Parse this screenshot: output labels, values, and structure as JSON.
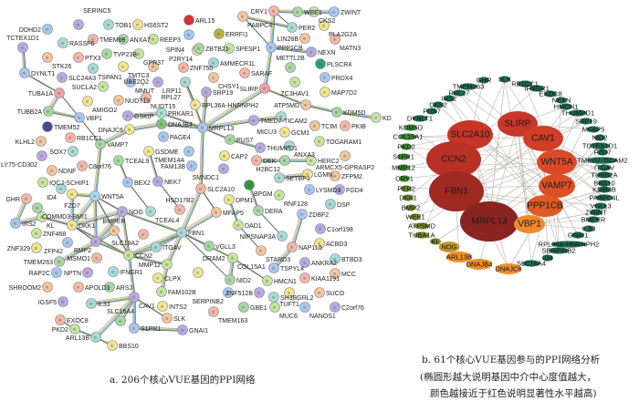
{
  "captions": {
    "a": "a. 206个核心VUE基因的PPI网络",
    "b_line1": "b. 61个核心VUE基因参与的PPI网络分析",
    "b_line2": "(椭圆形越大说明基因中介中心度值越大，",
    "b_line3": "颜色越接近于红色说明显著性水平越高)"
  },
  "left_network": {
    "nodes": [
      "DDHD2",
      "SERINC5",
      "TOB1",
      "HS6ST2",
      "ARL15",
      "TMEM69",
      "ANXA7",
      "REEP3",
      "SPIN4",
      "TCTEX1D1",
      "RASSF6",
      "P2RY14",
      "STK26",
      "PTX3",
      "TVP23B",
      "GPR37",
      "DYNLT1",
      "SLC24A3",
      "TSPAN1",
      "TMTC3",
      "UBE2Q2",
      "ZNF750",
      "TUBA1A",
      "SUCLA2",
      "MMUT",
      "LRP11",
      "RPL27",
      "AMIGO2",
      "NUDT19",
      "NUDT15",
      "TUBB2A",
      "VBP1",
      "TMEM52",
      "GSKIP",
      "PRKAR1",
      "DNAJB4",
      "KLHL2",
      "RB1CC1",
      "VAMP7",
      "DNAJC6",
      "PAGE4",
      "LY75-CD302",
      "SOX7",
      "GSDME",
      "NDNF",
      "C8orf76",
      "TCEAL9",
      "IQCJ-SCHIP1",
      "BEX2",
      "NEK7",
      "ID4",
      "FZD7",
      "WNT5A",
      "GHR",
      "COMMD3-BMI1",
      "KL",
      "IRS2",
      "NOG",
      "TCEAL4",
      "DKK1",
      "BMPER",
      "SLC19A2",
      "FBN1",
      "ZNF468",
      "ZFP42",
      "BMP2",
      "ITGAV",
      "ZNF329",
      "CCN2",
      "MSMO1",
      "TMEM263",
      "MMP12",
      "RAP2C",
      "NPTN",
      "IFNGR1",
      "CLPX",
      "SHROOM2",
      "APOLD1",
      "ARSJ",
      "FAM102B",
      "CAV1",
      "IGSF5",
      "IL33",
      "INTS2",
      "SLK",
      "EXOC8",
      "SLC16A4",
      "PKD2",
      "S1PR1",
      "GNAI1",
      "ARL13B",
      "BBS10",
      "PABPC4",
      "CRY1",
      "WEE1",
      "CKS2",
      "ZWINT",
      "ERRFI1",
      "PER2",
      "PLA2G2A",
      "LIN28B",
      "MATN3",
      "ZBTB21",
      "SPESP1",
      "PPP1CB",
      "NEXN",
      "AMMECR1L",
      "PLSCR4",
      "CHSY1",
      "SARAF",
      "METTL2B",
      "ZC3HAV1",
      "PRDX4",
      "SRP19",
      "SLIRP",
      "MAP7D2",
      "ATP5MD",
      "RPL36A-HNRNPH2",
      "KDM5D",
      "KD",
      "MRPL13",
      "TMED7-TICAM2",
      "MICU3",
      "GCM1",
      "TCIM",
      "PKIB",
      "PUS7",
      "TOGARAM1",
      "TMEM14A",
      "THUMPD1",
      "ANXA3",
      "CAP2",
      "ARMCX5-GPRASP2",
      "DEK",
      "H2BC12",
      "HERC2",
      "FAM13B",
      "SMNDC1",
      "SETBP1",
      "LGMN",
      "ZFPM2",
      "SLC2A10",
      "BPGM",
      "RNF128",
      "LYSMD3",
      "FGD4",
      "DSP",
      "DPM1",
      "MFAP5",
      "HSD17B2",
      "DERA",
      "DAD1",
      "ZDBF2",
      "C1orf198",
      "NIPSNAP3A",
      "ACBD3",
      "STARD3",
      "NAP1L5",
      "VGLL3",
      "COL15A1",
      "TSPYL4",
      "ANKRA2",
      "BTBD3",
      "DRAM2",
      "MCC",
      "KIAA1191",
      "NID2",
      "HMCN1",
      "SERPINB2",
      "ZNF512B",
      "SH3BGRL2",
      "TUFT1",
      "SUCO",
      "TMEM163",
      "GBE1",
      "MUC6",
      "NANOS1",
      "C2orf76"
    ],
    "edges": [
      [
        "TCTEX1D1",
        "DYNLT1"
      ],
      [
        "DYNLT1",
        "TUBA1A"
      ],
      [
        "TUBA1A",
        "TUBB2A"
      ],
      [
        "TUBA1A",
        "VBP1"
      ],
      [
        "TUBB2A",
        "VBP1"
      ],
      [
        "VBP1",
        "VAMP7"
      ],
      [
        "VAMP7",
        "DNAJC6"
      ],
      [
        "DNAJC6",
        "DNAJB4"
      ],
      [
        "GSKIP",
        "PRKAR1"
      ],
      [
        "DNAJB4",
        "MRPL13"
      ],
      [
        "PRKAR1",
        "MRPL13"
      ],
      [
        "RPL27",
        "MRPL13"
      ],
      [
        "RPL27",
        "RPL36A-HNRNPH2"
      ],
      [
        "SRP19",
        "MRPL13"
      ],
      [
        "MRPL13",
        "SLIRP"
      ],
      [
        "MRPL13",
        "TMED7-TICAM2"
      ],
      [
        "MRPL13",
        "PUS7"
      ],
      [
        "PUS7",
        "THUMPD1"
      ],
      [
        "MRPL13",
        "SLC2A10"
      ],
      [
        "SLC2A10",
        "FBN1"
      ],
      [
        "SLC2A10",
        "MFAP5"
      ],
      [
        "FBN1",
        "MFAP5"
      ],
      [
        "FBN1",
        "ITGAV"
      ],
      [
        "FBN1",
        "MMP12"
      ],
      [
        "FBN1",
        "VGLL3"
      ],
      [
        "FBN1",
        "NID2"
      ],
      [
        "FBN1",
        "COL15A1"
      ],
      [
        "FBN1",
        "CCN2"
      ],
      [
        "COL15A1",
        "NID2"
      ],
      [
        "COL15A1",
        "HMCN1"
      ],
      [
        "DEK",
        "H2BC12"
      ],
      [
        "H2BC12",
        "HERC2"
      ],
      [
        "SETBP1",
        "LGMN"
      ],
      [
        "SLIRP",
        "PPP1CB"
      ],
      [
        "PPP1CB",
        "PABPC4"
      ],
      [
        "PPP1CB",
        "CRY1"
      ],
      [
        "PPP1CB",
        "NEXN"
      ],
      [
        "CRY1",
        "PER2"
      ],
      [
        "PABPC4",
        "PER2"
      ],
      [
        "CRY1",
        "WEE1"
      ],
      [
        "WEE1",
        "CKS2"
      ],
      [
        "CKS2",
        "ZWINT"
      ],
      [
        "SLIRP",
        "ATP5MD"
      ],
      [
        "ATP5MD",
        "KDM5D"
      ],
      [
        "KDM5D",
        "KD"
      ],
      [
        "TMED7-TICAM2",
        "MICU3"
      ],
      [
        "DPM1",
        "DAD1"
      ],
      [
        "DAD1",
        "STARD3"
      ],
      [
        "BPGM",
        "DERA"
      ],
      [
        "DERA",
        "NIPSNAP3A"
      ],
      [
        "ZDBF2",
        "NAP1L5"
      ],
      [
        "NAP1L5",
        "TSPYL4"
      ],
      [
        "VAMP7",
        "WNT5A"
      ],
      [
        "WNT5A",
        "FZD7"
      ],
      [
        "WNT5A",
        "DKK1"
      ],
      [
        "WNT5A",
        "BMP2"
      ],
      [
        "WNT5A",
        "NOG"
      ],
      [
        "WNT5A",
        "CCN2"
      ],
      [
        "FZD7",
        "DKK1"
      ],
      [
        "DKK1",
        "KL"
      ],
      [
        "KL",
        "IRS2"
      ],
      [
        "GHR",
        "IRS2"
      ],
      [
        "DKK1",
        "BMP2"
      ],
      [
        "DKK1",
        "NOG"
      ],
      [
        "DKK1",
        "CCN2"
      ],
      [
        "BMP2",
        "NOG"
      ],
      [
        "BMP2",
        "BMPER"
      ],
      [
        "BMP2",
        "CCN2"
      ],
      [
        "NOG",
        "CCN2"
      ],
      [
        "NOG",
        "FBN1"
      ],
      [
        "CCN2",
        "ITGAV"
      ],
      [
        "CCN2",
        "MMP12"
      ],
      [
        "CCN2",
        "CAV1"
      ],
      [
        "CAV1",
        "IL33"
      ],
      [
        "CAV1",
        "ARL13B"
      ],
      [
        "CAV1",
        "SLC16A4"
      ],
      [
        "CAV1",
        "S1PR1"
      ],
      [
        "CAV1",
        "SLK"
      ],
      [
        "S1PR1",
        "GNAI1"
      ],
      [
        "ARL13B",
        "PKD2"
      ],
      [
        "PKD2",
        "EXOC8"
      ],
      [
        "ARL13B",
        "BBS10"
      ],
      [
        "TCEAL9",
        "BEX2"
      ],
      [
        "BEX2",
        "TCEAL4"
      ],
      [
        "GSDME",
        "NEK7"
      ],
      [
        "NEK7",
        "HSD17B2"
      ],
      [
        "MMP12",
        "FAM102B"
      ],
      [
        "BMP2",
        "TMEM263"
      ]
    ]
  },
  "right_network": {
    "core_nodes": [
      "SLIRP",
      "SLC2A10",
      "CAV1",
      "CCN2",
      "WNT5A",
      "FBN1",
      "VAMP7",
      "PPP1CB",
      "MRPL13",
      "VBP1"
    ],
    "ring_nodes": [
      "GHR",
      "SLK",
      "RB1CC1",
      "IFNGR1",
      "EXOC8",
      "NEXN",
      "HMCN1",
      "THUMPD1",
      "SRP19",
      "MFAP5",
      "NID2",
      "TCTEX1D1",
      "FZD7",
      "TMED7-TICAM2",
      "ITGAV",
      "TUBB2A",
      "BBS10",
      "KDM3B",
      "PABPC4L",
      "VGLL3",
      "ZWINT",
      "BMPER",
      "IL33",
      "GNAI1",
      "RPL36A-HNRNPH2",
      "SERPINB2",
      "ID4",
      "SLC16A4",
      "DNAJC6",
      "DNAJB4",
      "ARL13B",
      "NOG",
      "KL",
      "TUBA1A",
      "ATP5MD",
      "WEE1",
      "BMP2",
      "DKK1",
      "PER2",
      "CRY1",
      "MMP12",
      "S1PR1",
      "PKD2",
      "COL15A1",
      "KDM5D",
      "DYNLT1",
      "PUS7",
      "CKS2",
      "IRS2",
      "RPL27",
      "TMEM263"
    ],
    "colors": {
      "dark_red": "#8a2420",
      "red": "#c8372a",
      "orange_red": "#e05a25",
      "orange": "#ee8f2c",
      "olive": "#7d8a2e",
      "green": "#3f8a35",
      "teal_green": "#1f6e55"
    }
  }
}
